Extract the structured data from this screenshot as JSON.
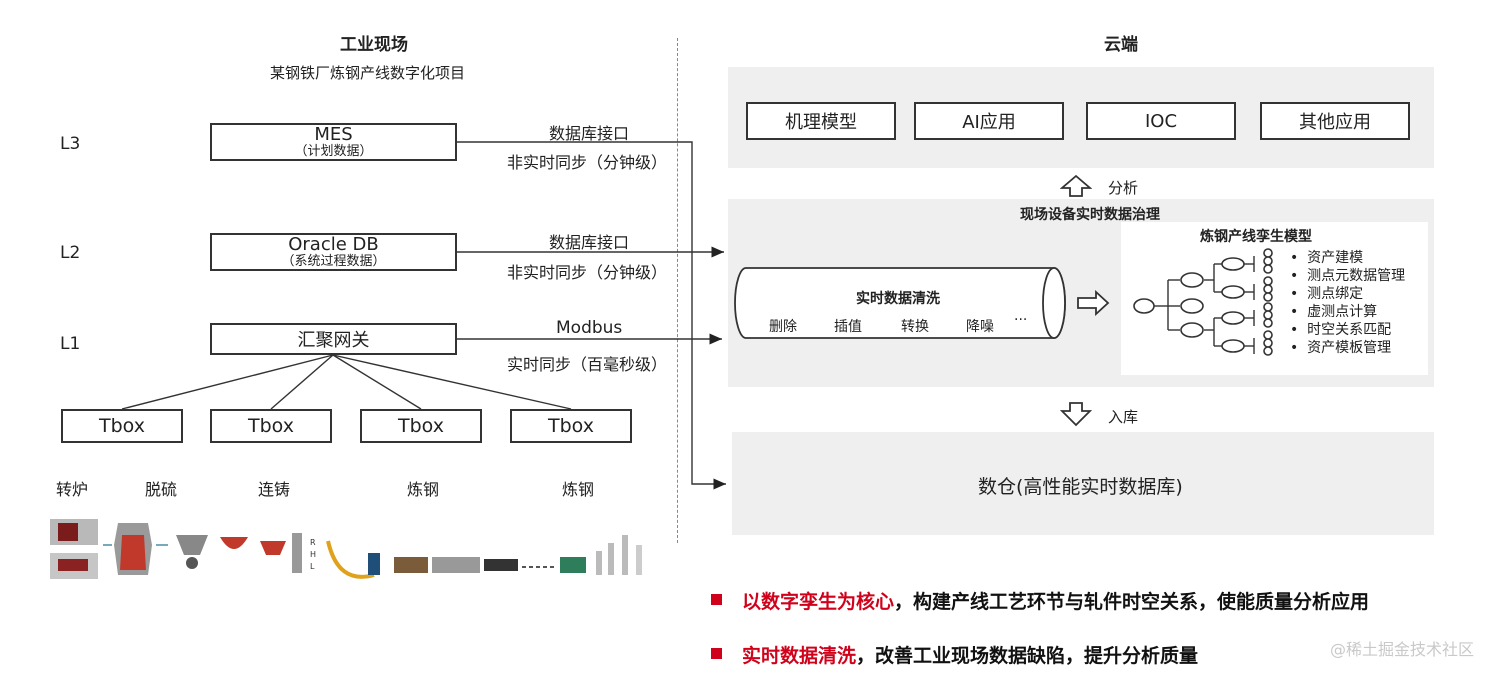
{
  "left": {
    "title": "工业现场",
    "subtitle": "某钢铁厂炼钢产线数字化项目",
    "levels": [
      "L3",
      "L2",
      "L1"
    ],
    "mes": {
      "name": "MES",
      "sub": "（计划数据）"
    },
    "oracle": {
      "name": "Oracle DB",
      "sub": "（系统过程数据）"
    },
    "gateway": "汇聚网关",
    "tbox": [
      "Tbox",
      "Tbox",
      "Tbox",
      "Tbox"
    ],
    "stages": [
      "转炉",
      "脱硫",
      "连铸",
      "炼钢",
      "炼钢"
    ]
  },
  "links": {
    "l3_top": "数据库接口",
    "l3_bottom": "非实时同步（分钟级）",
    "l2_top": "数据库接口",
    "l2_bottom": "非实时同步（分钟级）",
    "l1_top": "Modbus",
    "l1_bottom": "实时同步（百毫秒级）"
  },
  "right": {
    "title": "云端",
    "apps": [
      "机理模型",
      "AI应用",
      "IOC",
      "其他应用"
    ],
    "analyze": "分析",
    "governance_title": "现场设备实时数据治理",
    "cleaning_title": "实时数据清洗",
    "cleaning_ops": [
      "删除",
      "插值",
      "转换",
      "降噪",
      "···"
    ],
    "twin_title": "炼钢产线孪生模型",
    "twin_items": [
      "资产建模",
      "测点元数据管理",
      "测点绑定",
      "虚测点计算",
      "时空关系匹配",
      "资产模板管理"
    ],
    "store": "入库",
    "warehouse": "数仓(高性能实时数据库)"
  },
  "bottom": {
    "line1_red": "以数字孪生为核心",
    "line1_rest": "，构建产线工艺环节与轧件时空关系，使能质量分析应用",
    "line2_red": "实时数据清洗",
    "line2_rest": "，改善工业现场数据缺陷，提升分析质量",
    "watermark": "@稀土掘金技术社区"
  },
  "colors": {
    "accent_red": "#d0021b",
    "panel_gray": "#efefef"
  }
}
